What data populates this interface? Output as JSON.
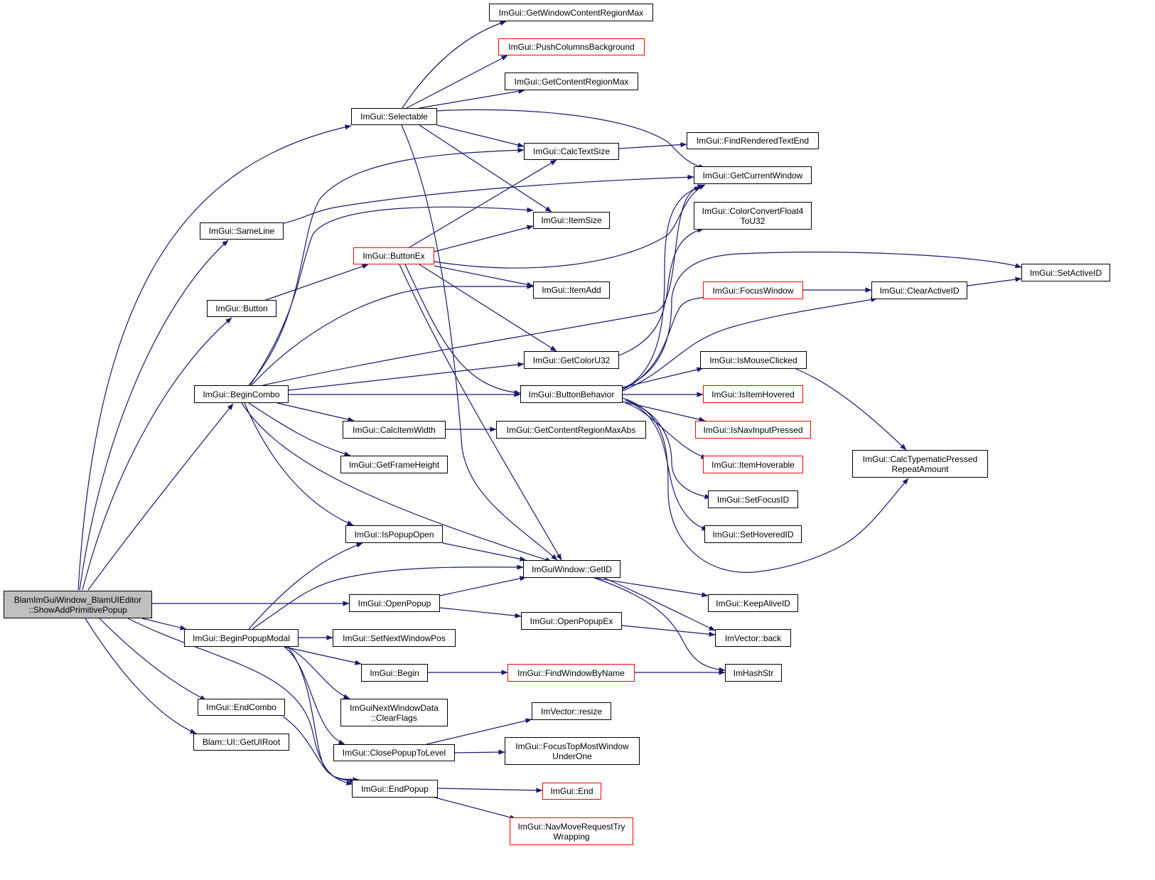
{
  "graph": {
    "edge_color": "#191970",
    "nodes": [
      {
        "id": "root",
        "label": "BlamImGuiWindow_BlamUIEditor\n::ShowAddPrimitivePopup",
        "style": "root"
      },
      {
        "id": "selectable",
        "label": "ImGui::Selectable",
        "style": "black"
      },
      {
        "id": "sameline",
        "label": "ImGui::SameLine",
        "style": "black"
      },
      {
        "id": "button",
        "label": "ImGui::Button",
        "style": "black"
      },
      {
        "id": "begincombo",
        "label": "ImGui::BeginCombo",
        "style": "black"
      },
      {
        "id": "beginpopupmodal",
        "label": "ImGui::BeginPopupModal",
        "style": "black"
      },
      {
        "id": "endcombo",
        "label": "ImGui::EndCombo",
        "style": "black"
      },
      {
        "id": "getuiroot",
        "label": "Blam::UI::GetUIRoot",
        "style": "black"
      },
      {
        "id": "getwindowcontentregionmax",
        "label": "ImGui::GetWindowContentRegionMax",
        "style": "black"
      },
      {
        "id": "pushcolumnsbackground",
        "label": "ImGui::PushColumnsBackground",
        "style": "red"
      },
      {
        "id": "getcontentregionmax",
        "label": "ImGui::GetContentRegionMax",
        "style": "black"
      },
      {
        "id": "calctextsize",
        "label": "ImGui::CalcTextSize",
        "style": "black"
      },
      {
        "id": "itemsize",
        "label": "ImGui::ItemSize",
        "style": "black"
      },
      {
        "id": "buttonex",
        "label": "ImGui::ButtonEx",
        "style": "red"
      },
      {
        "id": "itemadd",
        "label": "ImGui::ItemAdd",
        "style": "black"
      },
      {
        "id": "getcoloru32",
        "label": "ImGui::GetColorU32",
        "style": "black"
      },
      {
        "id": "buttonbehavior",
        "label": "ImGui::ButtonBehavior",
        "style": "black"
      },
      {
        "id": "calcitemwidth",
        "label": "ImGui::CalcItemWidth",
        "style": "black"
      },
      {
        "id": "getframeheight",
        "label": "ImGui::GetFrameHeight",
        "style": "black"
      },
      {
        "id": "ispopupopen",
        "label": "ImGui::IsPopupOpen",
        "style": "black"
      },
      {
        "id": "getid",
        "label": "ImGuiWindow::GetID",
        "style": "black"
      },
      {
        "id": "openpopup",
        "label": "ImGui::OpenPopup",
        "style": "black"
      },
      {
        "id": "openpopupex",
        "label": "ImGui::OpenPopupEx",
        "style": "black"
      },
      {
        "id": "setnextwindowpos",
        "label": "ImGui::SetNextWindowPos",
        "style": "black"
      },
      {
        "id": "begin",
        "label": "ImGui::Begin",
        "style": "black"
      },
      {
        "id": "findwindowbyname",
        "label": "ImGui::FindWindowByName",
        "style": "red"
      },
      {
        "id": "clearflags",
        "label": "ImGuiNextWindowData\n::ClearFlags",
        "style": "black"
      },
      {
        "id": "closepopuptolevel",
        "label": "ImGui::ClosePopupToLevel",
        "style": "black"
      },
      {
        "id": "vectorresize",
        "label": "ImVector::resize",
        "style": "black"
      },
      {
        "id": "focustopmost",
        "label": "ImGui::FocusTopMostWindow\nUnderOne",
        "style": "black"
      },
      {
        "id": "endpopup",
        "label": "ImGui::EndPopup",
        "style": "black"
      },
      {
        "id": "end",
        "label": "ImGui::End",
        "style": "red"
      },
      {
        "id": "navmove",
        "label": "ImGui::NavMoveRequestTry\nWrapping",
        "style": "red"
      },
      {
        "id": "findrenderedtextend",
        "label": "ImGui::FindRenderedTextEnd",
        "style": "black"
      },
      {
        "id": "getcurrentwindow",
        "label": "ImGui::GetCurrentWindow",
        "style": "black"
      },
      {
        "id": "colorconvert",
        "label": "ImGui::ColorConvertFloat4\nToU32",
        "style": "black"
      },
      {
        "id": "focuswindow",
        "label": "ImGui::FocusWindow",
        "style": "red"
      },
      {
        "id": "ismouseclicked",
        "label": "ImGui::IsMouseClicked",
        "style": "black"
      },
      {
        "id": "isitemhovered",
        "label": "ImGui::IsItemHovered",
        "style": "red"
      },
      {
        "id": "isnavinputpressed",
        "label": "ImGui::IsNavInputPressed",
        "style": "red"
      },
      {
        "id": "itemhoverable",
        "label": "ImGui::ItemHoverable",
        "style": "red"
      },
      {
        "id": "setfocusid",
        "label": "ImGui::SetFocusID",
        "style": "black"
      },
      {
        "id": "sethoveredid",
        "label": "ImGui::SetHoveredID",
        "style": "black"
      },
      {
        "id": "getcontentregionmaxabs",
        "label": "ImGui::GetContentRegionMaxAbs",
        "style": "black"
      },
      {
        "id": "keepaliveid",
        "label": "ImGui::KeepAliveID",
        "style": "black"
      },
      {
        "id": "vectorback",
        "label": "ImVector::back",
        "style": "black"
      },
      {
        "id": "imhashstr",
        "label": "ImHashStr",
        "style": "black"
      },
      {
        "id": "clearactiveid",
        "label": "ImGui::ClearActiveID",
        "style": "black"
      },
      {
        "id": "setactiveid",
        "label": "ImGui::SetActiveID",
        "style": "black"
      },
      {
        "id": "calctypematic",
        "label": "ImGui::CalcTypematicPressed\nRepeatAmount",
        "style": "black"
      }
    ]
  }
}
